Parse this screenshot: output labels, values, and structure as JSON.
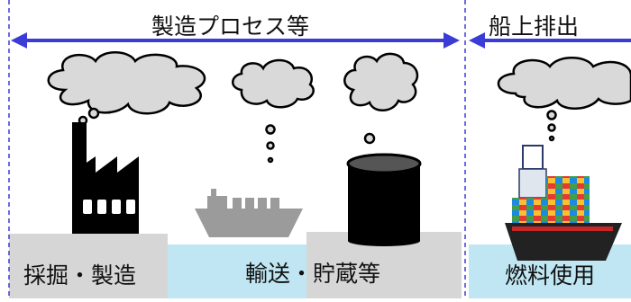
{
  "labels": {
    "manufacturing_process": "製造プロセス等",
    "onboard_emission": "船上排出",
    "mining_manufacturing": "採掘・製造",
    "transport_storage": "輸送・貯蔵等",
    "fuel_use": "燃料使用"
  },
  "colors": {
    "arrow": "#3b3bd6",
    "divider": "#3b3bd6",
    "ground": "#d6d6d6",
    "water": "#bfe6f2",
    "cloud": "#d9d9d9",
    "icon_dark": "#000000",
    "ship_gray": "#9b9b9b"
  }
}
